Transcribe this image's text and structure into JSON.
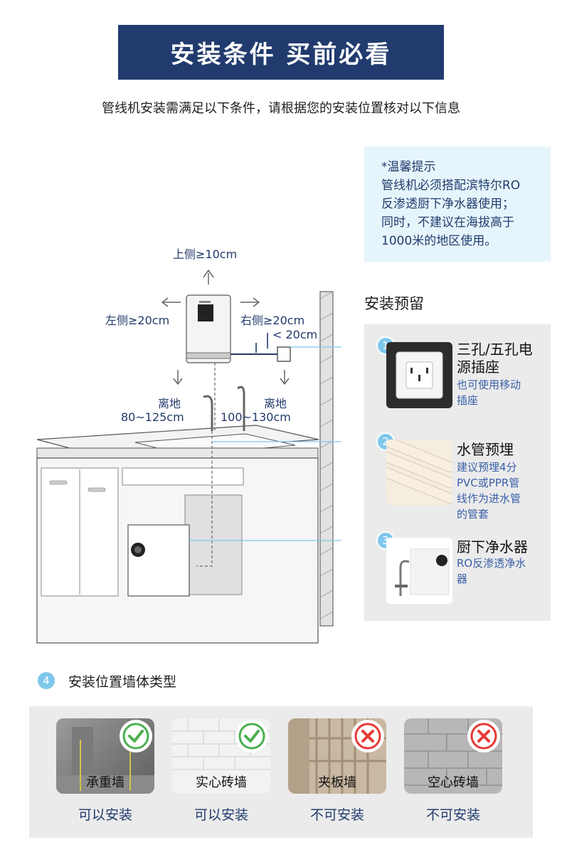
{
  "header": {
    "title": "安装条件 买前必看",
    "subtitle": "管线机安装需满足以下条件，请根据您的安装位置核对以下信息"
  },
  "tip": {
    "heading": "*温馨提示",
    "lines": [
      "管线机必须搭配滨特尔RO",
      "反渗透厨下净水器使用；",
      "同时，不建议在海拔高于",
      "1000米的地区使用。"
    ]
  },
  "diagram": {
    "top_clearance": "上侧≥10cm",
    "left_clearance": "左侧≥20cm",
    "right_clearance": "右侧≥20cm",
    "socket_distance": "< 20cm",
    "left_floor_label": "离地",
    "left_floor_value": "80~125cm",
    "right_floor_label": "离地",
    "right_floor_value": "100~130cm"
  },
  "reserve": {
    "heading": "安装预留",
    "items": [
      {
        "number": "1",
        "title_lines": [
          "三孔/五孔电",
          "源插座"
        ],
        "desc_lines": [
          "也可使用移动",
          "插座"
        ],
        "icon": "power-socket-icon"
      },
      {
        "number": "2",
        "title_lines": [
          "水管预埋"
        ],
        "desc_lines": [
          "建议预埋4分",
          "PVC或PPR管",
          "线作为进水管",
          "的管套"
        ],
        "icon": "water-pipe-icon"
      },
      {
        "number": "3",
        "title_lines": [
          "厨下净水器"
        ],
        "desc_lines": [
          "RO反渗透净水",
          "器"
        ],
        "icon": "water-purifier-icon"
      }
    ]
  },
  "walls": {
    "badge_number": "4",
    "heading": "安装位置墙体类型",
    "types": [
      {
        "name": "承重墙",
        "status": "可以安装",
        "ok": true
      },
      {
        "name": "实心砖墙",
        "status": "可以安装",
        "ok": true
      },
      {
        "name": "夹板墙",
        "status": "不可安装",
        "ok": false
      },
      {
        "name": "空心砖墙",
        "status": "不可安装",
        "ok": false
      }
    ]
  },
  "colors": {
    "brand_navy": "#213b6e",
    "accent_blue": "#7fc7ec",
    "ok_green": "#4caf50",
    "no_red": "#e53935"
  }
}
